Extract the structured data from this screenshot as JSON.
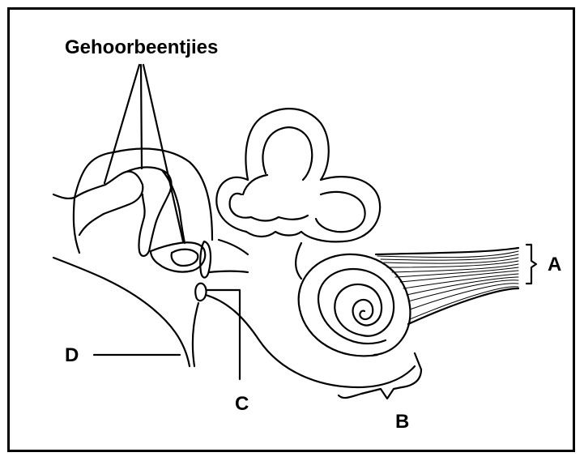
{
  "diagram": {
    "title_label": "Gehoorbeentjies",
    "labels": {
      "a": "A",
      "b": "B",
      "c": "C",
      "d": "D"
    },
    "colors": {
      "line": "#000000",
      "background": "#ffffff"
    }
  }
}
